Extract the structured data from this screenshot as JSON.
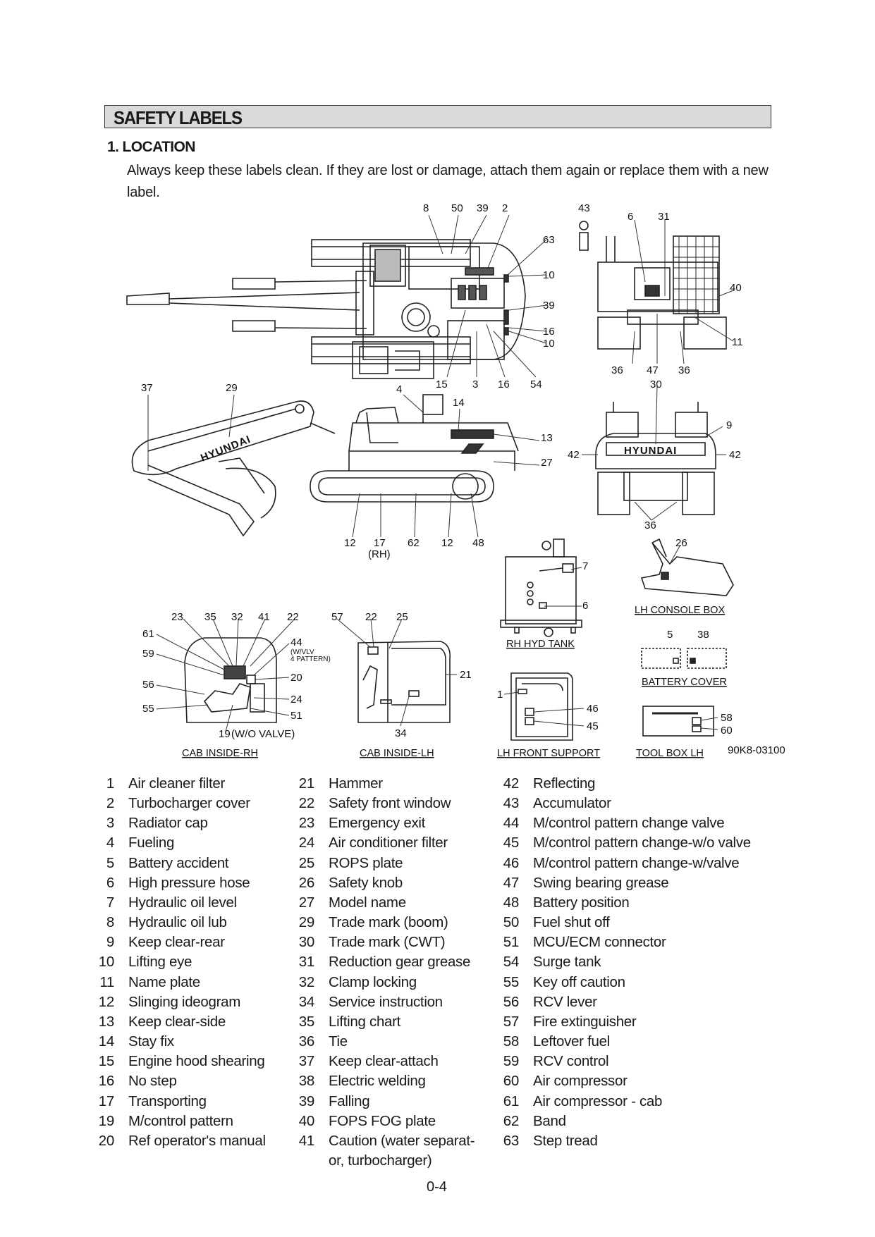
{
  "header": {
    "title": "SAFETY LABELS"
  },
  "section": {
    "heading": "1.  LOCATION",
    "intro": "Always keep these labels clean.  If they are lost or damage, attach them again or replace them with a new label."
  },
  "diagram": {
    "callouts": {
      "top_view": [
        "8",
        "50",
        "39",
        "2",
        "63",
        "10",
        "39",
        "16",
        "10",
        "15",
        "3",
        "16",
        "54"
      ],
      "rear_view": [
        "43",
        "6",
        "31",
        "40",
        "11",
        "36",
        "47",
        "36"
      ],
      "side_view": [
        "37",
        "29",
        "4",
        "14",
        "13",
        "27",
        "12",
        "17",
        "(RH)",
        "62",
        "12",
        "48"
      ],
      "front_view": [
        "30",
        "9",
        "42",
        "42",
        "36"
      ],
      "hyd_tank": [
        "7",
        "6"
      ],
      "console": [
        "26"
      ],
      "battery": [
        "5",
        "38"
      ],
      "cab_rh": [
        "23",
        "35",
        "32",
        "41",
        "22",
        "61",
        "59",
        "56",
        "55",
        "44",
        "(W/VLV",
        "4 PATTERN)",
        "20",
        "24",
        "51",
        "19",
        "(W/O VALVE)"
      ],
      "cab_lh": [
        "57",
        "22",
        "25",
        "21",
        "34"
      ],
      "front_support": [
        "1",
        "46",
        "45"
      ],
      "toolbox": [
        "58",
        "60"
      ]
    },
    "brand_text": "HYUNDAI",
    "captions": {
      "cab_rh": "CAB INSIDE-RH",
      "cab_lh": "CAB INSIDE-LH",
      "front_support": "LH FRONT SUPPORT",
      "toolbox": "TOOL BOX LH",
      "hyd_tank": "RH HYD TANK",
      "console": "LH CONSOLE BOX",
      "battery": "BATTERY COVER",
      "drawing_no": "90K8-03100"
    }
  },
  "legend": {
    "col1": [
      {
        "n": "1",
        "t": "Air cleaner filter"
      },
      {
        "n": "2",
        "t": "Turbocharger cover"
      },
      {
        "n": "3",
        "t": "Radiator cap"
      },
      {
        "n": "4",
        "t": "Fueling"
      },
      {
        "n": "5",
        "t": "Battery accident"
      },
      {
        "n": "6",
        "t": "High pressure hose"
      },
      {
        "n": "7",
        "t": "Hydraulic oil level"
      },
      {
        "n": "8",
        "t": "Hydraulic oil lub"
      },
      {
        "n": "9",
        "t": "Keep clear-rear"
      },
      {
        "n": "10",
        "t": "Lifting eye"
      },
      {
        "n": "11",
        "t": "Name plate"
      },
      {
        "n": "12",
        "t": "Slinging ideogram"
      },
      {
        "n": "13",
        "t": "Keep clear-side"
      },
      {
        "n": "14",
        "t": "Stay fix"
      },
      {
        "n": "15",
        "t": "Engine hood shearing"
      },
      {
        "n": "16",
        "t": "No step"
      },
      {
        "n": "17",
        "t": "Transporting"
      },
      {
        "n": "19",
        "t": "M/control pattern"
      },
      {
        "n": "20",
        "t": "Ref operator's manual"
      }
    ],
    "col2": [
      {
        "n": "21",
        "t": "Hammer"
      },
      {
        "n": "22",
        "t": "Safety front window"
      },
      {
        "n": "23",
        "t": "Emergency exit"
      },
      {
        "n": "24",
        "t": "Air conditioner filter"
      },
      {
        "n": "25",
        "t": "ROPS plate"
      },
      {
        "n": "26",
        "t": "Safety knob"
      },
      {
        "n": "27",
        "t": "Model name"
      },
      {
        "n": "29",
        "t": "Trade mark (boom)"
      },
      {
        "n": "30",
        "t": "Trade mark (CWT)"
      },
      {
        "n": "31",
        "t": "Reduction gear grease"
      },
      {
        "n": "32",
        "t": "Clamp locking"
      },
      {
        "n": "34",
        "t": "Service instruction"
      },
      {
        "n": "35",
        "t": "Lifting chart"
      },
      {
        "n": "36",
        "t": "Tie"
      },
      {
        "n": "37",
        "t": "Keep clear-attach"
      },
      {
        "n": "38",
        "t": "Electric welding"
      },
      {
        "n": "39",
        "t": "Falling"
      },
      {
        "n": "40",
        "t": "FOPS FOG plate"
      },
      {
        "n": "41",
        "t": "Caution (water separat-or, turbocharger)"
      }
    ],
    "col3": [
      {
        "n": "42",
        "t": "Reflecting"
      },
      {
        "n": "43",
        "t": "Accumulator"
      },
      {
        "n": "44",
        "t": "M/control pattern change valve"
      },
      {
        "n": "45",
        "t": "M/control pattern change-w/o valve"
      },
      {
        "n": "46",
        "t": "M/control pattern change-w/valve"
      },
      {
        "n": "47",
        "t": "Swing bearing grease"
      },
      {
        "n": "48",
        "t": "Battery position"
      },
      {
        "n": "50",
        "t": "Fuel shut off"
      },
      {
        "n": "51",
        "t": "MCU/ECM connector"
      },
      {
        "n": "54",
        "t": "Surge tank"
      },
      {
        "n": "55",
        "t": "Key off caution"
      },
      {
        "n": "56",
        "t": "RCV lever"
      },
      {
        "n": "57",
        "t": "Fire extinguisher"
      },
      {
        "n": "58",
        "t": "Leftover fuel"
      },
      {
        "n": "59",
        "t": "RCV control"
      },
      {
        "n": "60",
        "t": "Air compressor"
      },
      {
        "n": "61",
        "t": "Air compressor - cab"
      },
      {
        "n": "62",
        "t": "Band"
      },
      {
        "n": "63",
        "t": "Step tread"
      }
    ]
  },
  "footer": {
    "page": "0-4"
  }
}
